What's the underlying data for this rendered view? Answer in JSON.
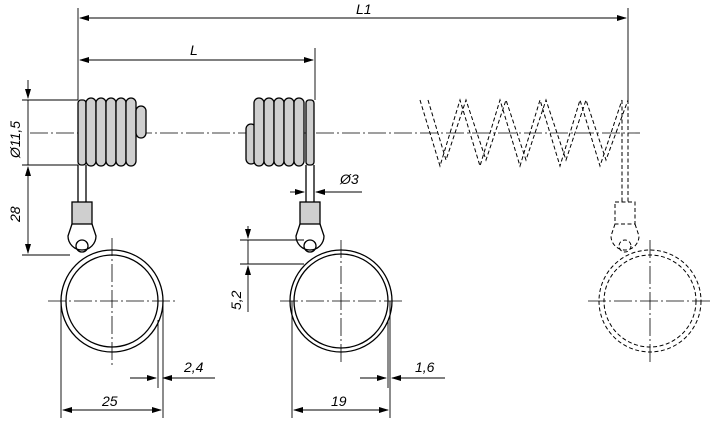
{
  "dimensions": {
    "overall_length": "L1",
    "length": "L",
    "coil_diameter": "Ø11,5",
    "lanyard_length": "28",
    "wire_diameter": "Ø3",
    "eyelet_offset": "5,2",
    "ring_wire_large": "2,4",
    "ring_wire_small": "1,6",
    "ring_diameter_large": "25",
    "ring_diameter_small": "19"
  },
  "colors": {
    "line": "#000000",
    "coil_fill": "#cfcfcf",
    "background": "#ffffff"
  }
}
